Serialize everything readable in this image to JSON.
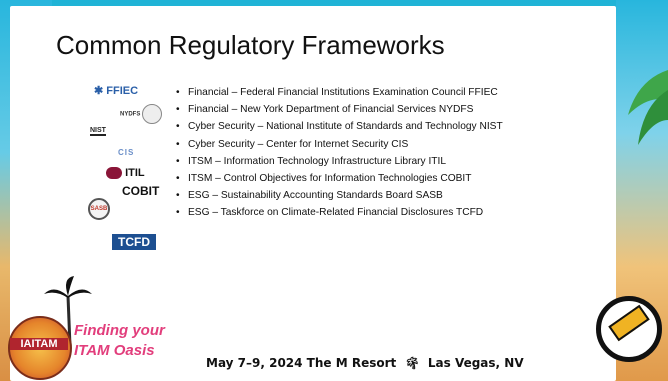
{
  "slide": {
    "title": "Common Regulatory Frameworks",
    "bullets": [
      "Financial – Federal Financial Institutions Examination Council FFIEC",
      "Financial – New York Department of Financial Services NYDFS",
      "Cyber Security – National Institute of Standards and Technology NIST",
      "Cyber Security – Center for Internet Security CIS",
      "ITSM – Information Technology Infrastructure Library ITIL",
      "ITSM – Control Objectives for Information Technologies COBIT",
      "ESG – Sustainability Accounting Standards Board SASB",
      "ESG – Taskforce on Climate-Related Financial Disclosures TCFD"
    ],
    "logos": {
      "ffiec": "FFIEC",
      "nydfs": "NYDFS",
      "nist": "NIST",
      "cis": "CIS",
      "itil": "ITIL",
      "cobit": "COBIT",
      "sasb": "SASB",
      "tcfd": "TCFD"
    }
  },
  "branding": {
    "badge": "IAITAM",
    "tagline_line1": "Finding your",
    "tagline_line2": "ITAM Oasis",
    "event": "May 7–9, 2024  The M Resort",
    "location": "Las Vegas, NV"
  },
  "colors": {
    "accent": "#e23e7c",
    "sky": "#1fb3d6",
    "sand": "#e9a04d"
  }
}
